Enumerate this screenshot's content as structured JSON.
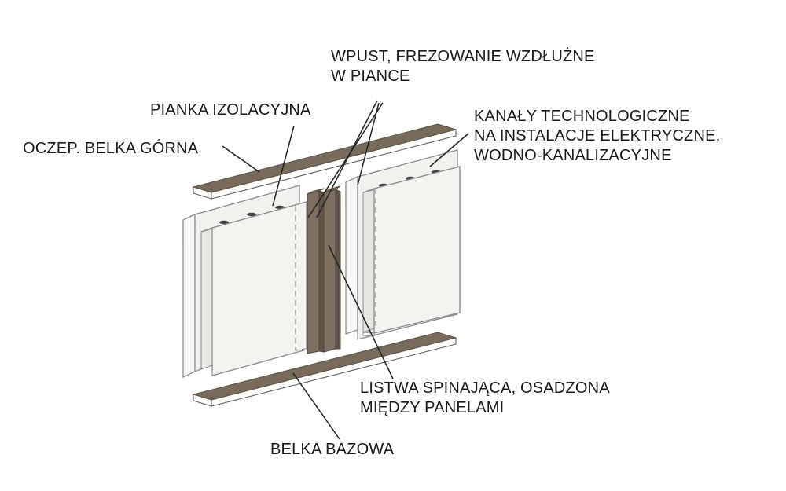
{
  "labels": {
    "wpust": [
      "WPUST, FREZOWANIE WZDŁUŻNE",
      "W PIANCE"
    ],
    "pianka": "PIANKA IZOLACYJNA",
    "belka_gorna": "OCZEP. BELKA GÓRNA",
    "kanaly": [
      "KANAŁY TECHNOLOGICZNE",
      "NA INSTALACJE ELEKTRYCZNE,",
      "WODNO-KANALIZACYJNE"
    ],
    "listwa": [
      "LISTWA SPINAJĄCA, OSADZONA",
      "MIĘDZY PANELAMI"
    ],
    "belka_bazowa": "BELKA BAZOWA"
  },
  "colors": {
    "wood_top": "#776b5c",
    "wood_front": "#ffffff",
    "wood_outline": "#5e5346",
    "stud_front": "#7d7061",
    "stud_side": "#5f5447",
    "panel_fill": "#f4f3f0",
    "panel_line": "#8a8a8a",
    "leader": "#222222",
    "text": "#1a1a1a"
  }
}
